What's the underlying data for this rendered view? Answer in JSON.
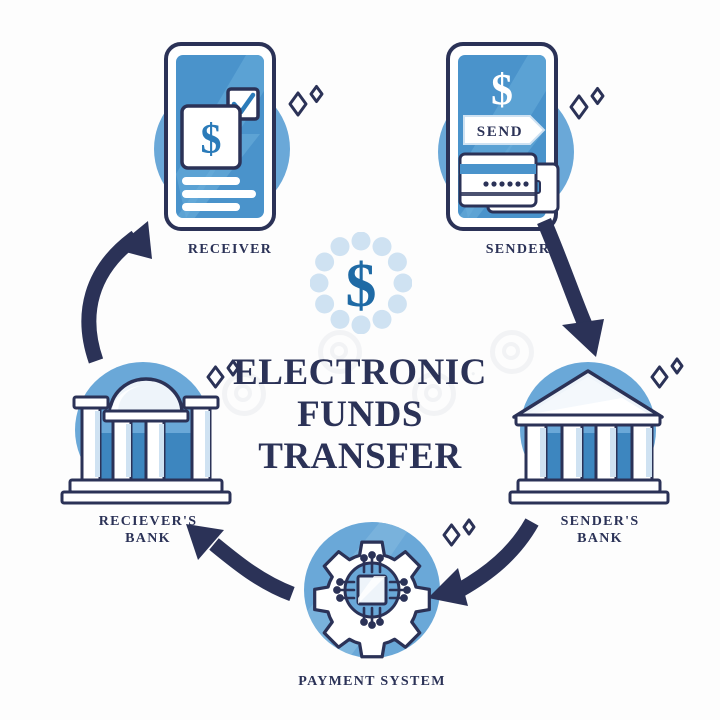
{
  "diagram": {
    "title_lines": [
      "ELECTRONIC",
      "FUNDS",
      "TRANSFER"
    ],
    "center_emblem": {
      "icon": "dollar-coin-dots-icon",
      "symbol": "$",
      "dot_count": 12
    },
    "colors": {
      "navy": "#2b3257",
      "circle_blue": "#6aa8d8",
      "deep_blue": "#3d86bf",
      "mid_blue": "#5596c9",
      "pale_blue": "#cfe2f2",
      "white": "#ffffff",
      "background": "#fdfdfd"
    },
    "nodes": [
      {
        "id": "receiver",
        "label": "RECEIVER",
        "icon": "smartphone-received-payment-icon",
        "details": {
          "symbol": "$",
          "badge": "check-mark-icon",
          "text_lines": 3,
          "sparkles": 2
        }
      },
      {
        "id": "sender",
        "label": "SENDER",
        "icon": "smartphone-send-payment-icon",
        "details": {
          "symbol": "$",
          "button_label": "SEND",
          "cards": 2,
          "sparkles": 2
        }
      },
      {
        "id": "senders-bank",
        "label": "SENDER'S\nBANK",
        "label_lines": [
          "SENDER'S",
          "BANK"
        ],
        "icon": "bank-pediment-roof-icon",
        "details": {
          "columns": 4,
          "roof": "triangular",
          "sparkles": 2
        }
      },
      {
        "id": "payment-system",
        "label": "PAYMENT SYSTEM",
        "label_lines": [
          "PAYMENT SYSTEM"
        ],
        "icon": "gear-microchip-icon",
        "details": {
          "gear_teeth": 8,
          "chip_pins": 12,
          "sparkles": 2
        }
      },
      {
        "id": "recievers-bank",
        "label": "RECIEVER'S\nBANK",
        "label_lines": [
          "RECIEVER'S",
          "BANK"
        ],
        "icon": "bank-dome-roof-icon",
        "details": {
          "columns": 4,
          "roof": "domed",
          "sparkles": 2
        }
      }
    ],
    "arrows": [
      {
        "id": "sender-to-senders-bank",
        "from": "sender",
        "to": "senders-bank",
        "direction": "down-right"
      },
      {
        "id": "senders-bank-to-payment",
        "from": "senders-bank",
        "to": "payment-system",
        "direction": "down-left"
      },
      {
        "id": "payment-to-recievers-bank",
        "from": "payment-system",
        "to": "recievers-bank",
        "direction": "up-left"
      },
      {
        "id": "recievers-bank-to-receiver",
        "from": "recievers-bank",
        "to": "receiver",
        "direction": "up-right"
      }
    ]
  }
}
